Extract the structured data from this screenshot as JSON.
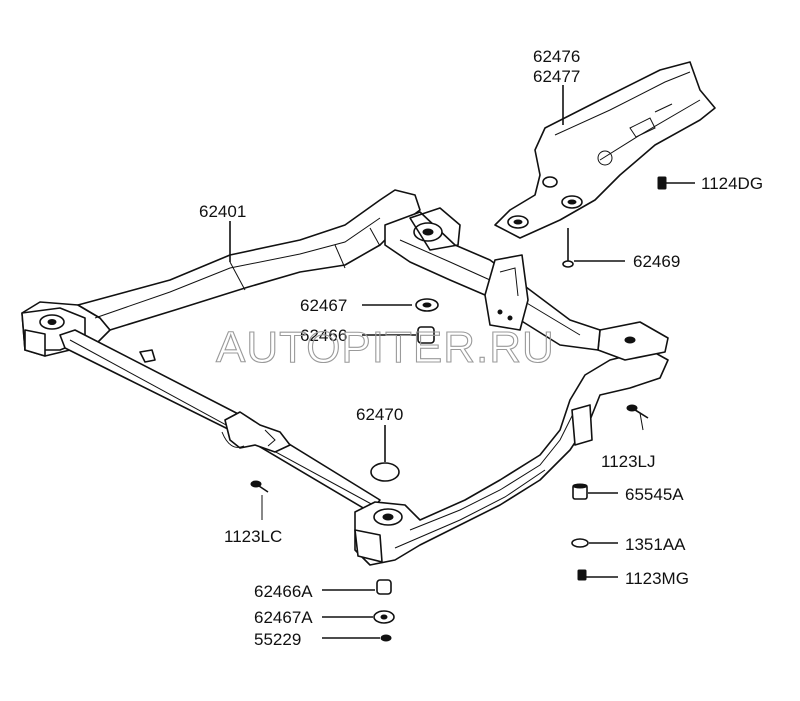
{
  "labels": {
    "p62476": "62476",
    "p62477": "62477",
    "p1124DG": "1124DG",
    "p62401": "62401",
    "p62469": "62469",
    "p62467": "62467",
    "p62466": "62466",
    "p62470": "62470",
    "p1123LJ": "1123LJ",
    "p65545A": "65545A",
    "p1123LC": "1123LC",
    "p1351AA": "1351AA",
    "p1123MG": "1123MG",
    "p62466A": "62466A",
    "p62467A": "62467A",
    "p55229": "55229"
  },
  "watermark": "AUTOPITER.RU"
}
